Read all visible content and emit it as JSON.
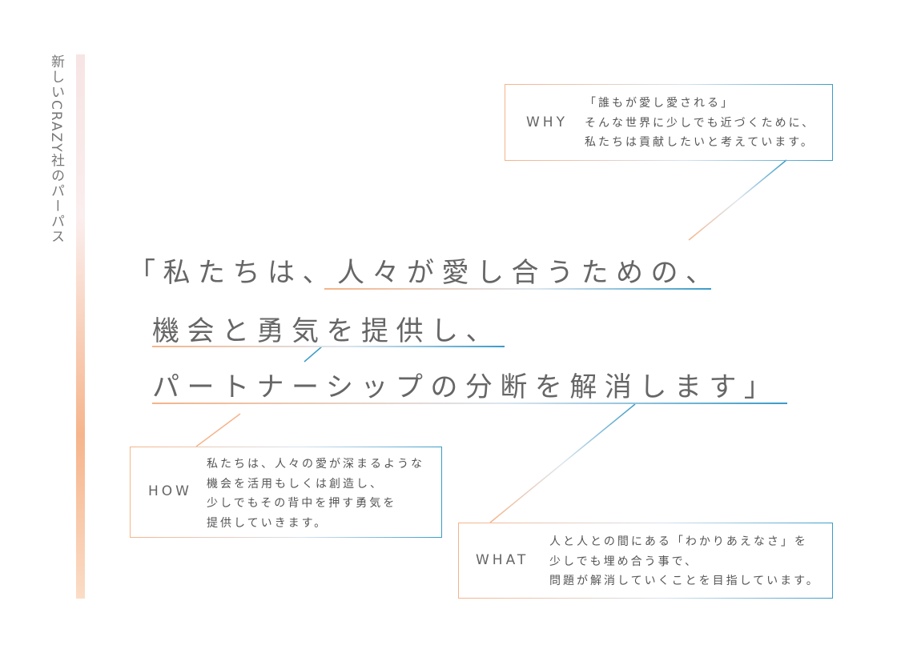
{
  "sidebar": {
    "title": "新しいCRAZY社のパーパス"
  },
  "main": {
    "lines": [
      "「私たちは、人々が愛し合うための、",
      "機会と勇気を提供し、",
      "パートナーシップの分断を解消します」"
    ]
  },
  "why": {
    "label": "WHY",
    "lines": [
      "「誰もが愛し愛される」",
      "そんな世界に少しでも近づくために、",
      "私たちは貢献したいと考えています。"
    ]
  },
  "how": {
    "label": "HOW",
    "lines": [
      "私たちは、人々の愛が深まるような",
      "機会を活用もしくは創造し、",
      "少しでもその背中を押す勇気を",
      "提供していきます。"
    ]
  },
  "what": {
    "label": "WHAT",
    "lines": [
      "人と人との間にある「わかりあえなさ」を",
      "少しでも埋め合う事で、",
      "問題が解消していくことを目指しています。"
    ]
  },
  "colors": {
    "orange": "#f5b48a",
    "blue": "#3a9bc8"
  }
}
